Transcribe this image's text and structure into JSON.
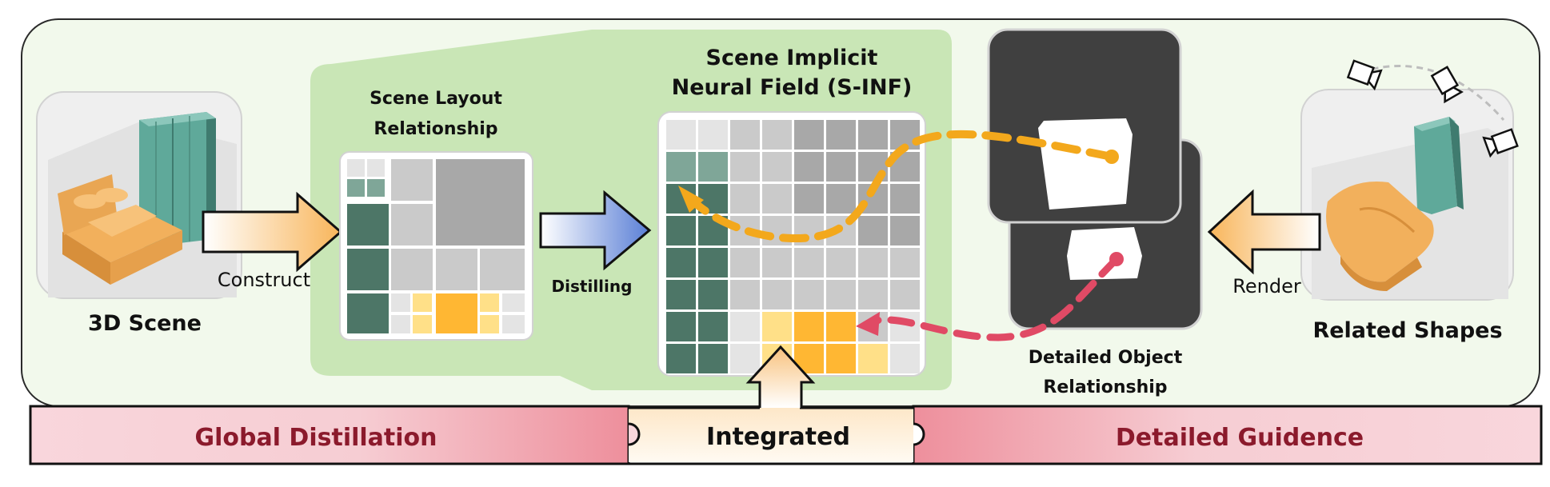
{
  "labels": {
    "scene_3d": "3D Scene",
    "construct": "Construct",
    "layout_line1": "Scene Layout",
    "layout_line2": "Relationship",
    "distilling": "Distilling",
    "sinf_line1": "Scene Implicit",
    "sinf_line2": "Neural Field (S-INF)",
    "detailed_line1": "Detailed Object",
    "detailed_line2": "Relationship",
    "render": "Render",
    "related_shapes": "Related Shapes"
  },
  "bands": {
    "global": "Global Distillation",
    "integrated": "Integrated",
    "detailed": "Detailed Guidence"
  },
  "icons": [
    "bed-icon",
    "wardrobe-icon",
    "camera-icon",
    "object-silhouette-icon",
    "dashed-arrow-icon"
  ],
  "colors": {
    "panel_bg": "#f2f9ec",
    "green_region": "#c9e6b6",
    "teal": "#4d7667",
    "teal_light": "#7fa698",
    "gray_dark": "#a8a8a8",
    "gray_mid": "#cacaca",
    "gray_light": "#e4e4e4",
    "yellow": "#ffb733",
    "yellow_light": "#ffe088",
    "orange_path": "#f3a81c",
    "red_path": "#e04a65",
    "band_text": "#8b1a2c",
    "dark_card": "#404040"
  }
}
